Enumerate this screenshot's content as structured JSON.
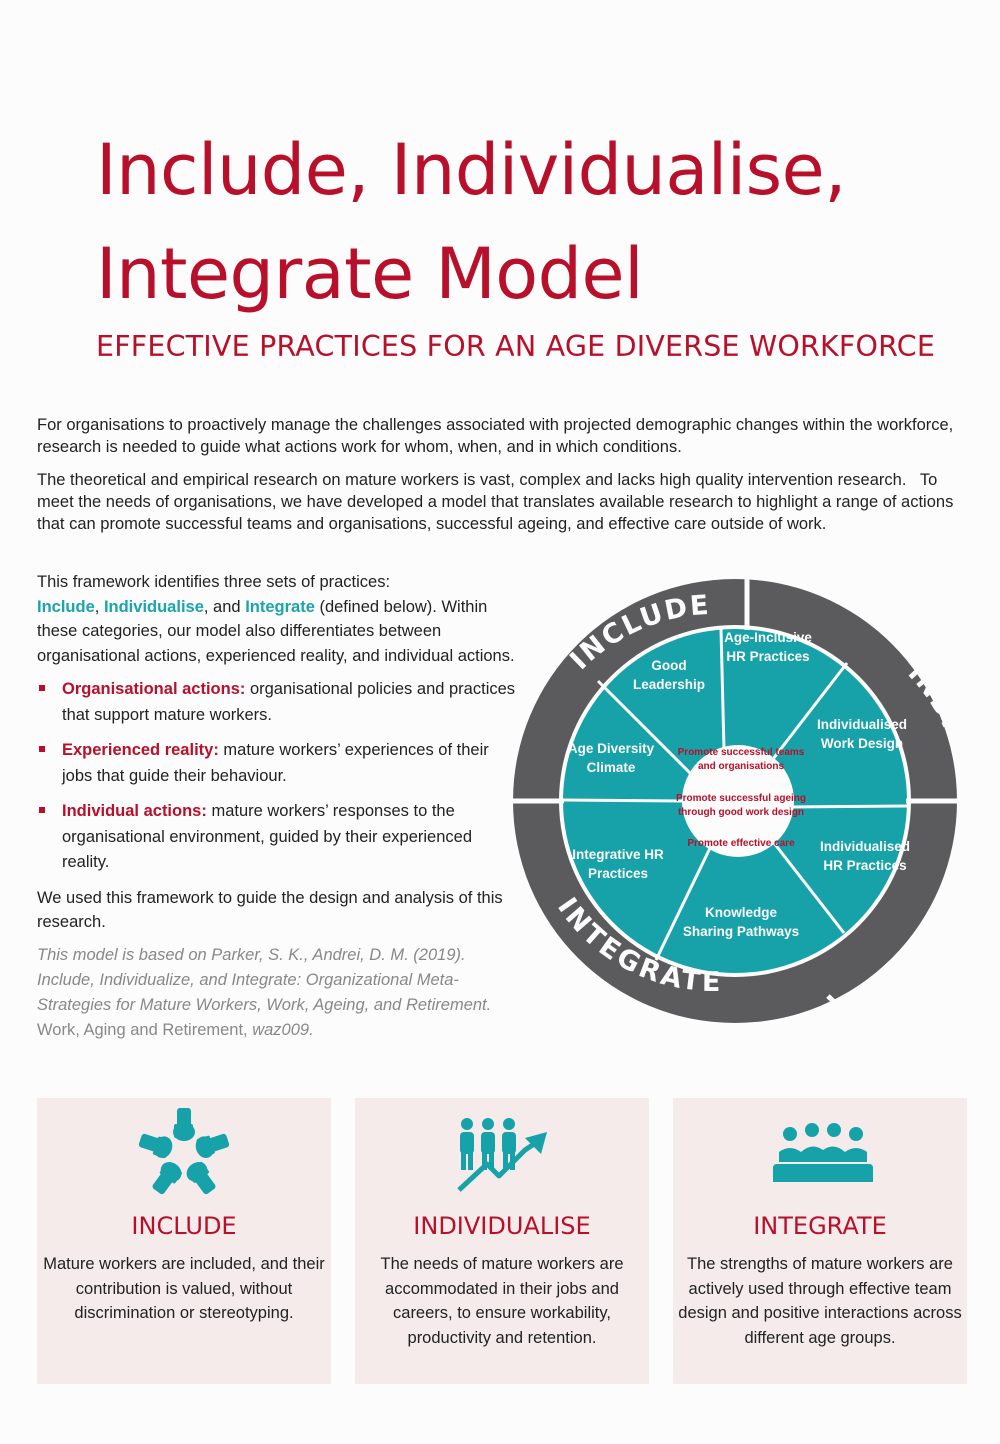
{
  "header": {
    "title_line1": "Include, Individualise,",
    "title_line2": "Integrate Model",
    "subtitle": "EFFECTIVE PRACTICES FOR AN AGE DIVERSE WORKFORCE"
  },
  "intro": {
    "para1": "For organisations to proactively manage the challenges associated with projected demographic changes within the workforce, research is needed to guide what actions work for whom, when, and in which conditions.",
    "para2": "The theoretical and empirical research on mature workers is vast, complex and lacks high quality intervention research.   To meet the needs of organisations, we have developed a model that translates available research to highlight a range of actions that can promote successful teams and organisations, successful ageing, and effective care outside of work."
  },
  "framework": {
    "lead": "This framework identifies three sets of practices:",
    "include": "Include",
    "comma1": ", ",
    "individualise": "Individualise",
    "and": ", and ",
    "integrate": "Integrate",
    "defined": " (defined below).",
    "tail": " Within these categories, our model also differentiates between organisational actions, experienced reality, and individual actions.",
    "actions": [
      {
        "term": "Organisational actions:",
        "text": " organisational policies and practices that support mature workers."
      },
      {
        "term": "Experienced reality:",
        "text": " mature workers’ experiences of their jobs that guide their behaviour."
      },
      {
        "term": "Individual actions:",
        "text": " mature workers’ responses to the organisational environment, guided by their experienced reality."
      }
    ],
    "usage": "We used this framework to guide the design and analysis of this research.",
    "citation": {
      "part1": "This model is based on Parker, S. K., Andrei, D. M. (2019). Include, Individualize, and Integrate:  Organizational Meta-Strategies for Mature Workers, Work, Ageing, and Retirement.",
      "part2": " Work, Aging and Retirement, ",
      "part3": "waz009."
    }
  },
  "diagram": {
    "ring_labels": {
      "include": "INCLUDE",
      "individualise": "INDIVIDUALISE",
      "integrate": "INTEGRATE"
    },
    "segments": [
      {
        "line1": "Age-Inclusive",
        "line2": "HR Practices"
      },
      {
        "line1": "Individualised",
        "line2": "Work Design"
      },
      {
        "line1": "Individualised",
        "line2": "HR Practices"
      },
      {
        "line1": "Knowledge",
        "line2": "Sharing Pathways"
      },
      {
        "line1": "Integrative HR",
        "line2": "Practices"
      },
      {
        "line1": "Age Diversity",
        "line2": "Climate"
      },
      {
        "line1": "Good",
        "line2": "Leadership"
      }
    ],
    "center": {
      "o1": "Promote successful teams",
      "o2": "and organisations",
      "o3": "Promote successful ageing",
      "o4": "through good work design",
      "o5": "Promote effective care"
    },
    "colors": {
      "teal": "#16a2a8",
      "ring": "#5b5b5d",
      "accent": "#b8102a"
    }
  },
  "cards": [
    {
      "icon": "hands-circle-icon",
      "title": "INCLUDE",
      "desc": "Mature workers are included, and their contribution is valued, without discrimination or stereotyping."
    },
    {
      "icon": "people-growth-arrow-icon",
      "title": "INDIVIDUALISE",
      "desc": "The needs of mature workers are accommodated in their jobs and careers, to ensure workability, productivity and retention."
    },
    {
      "icon": "team-group-icon",
      "title": "INTEGRATE",
      "desc": "The strengths of mature workers are actively used through effective team design and positive interactions across different age groups."
    }
  ]
}
